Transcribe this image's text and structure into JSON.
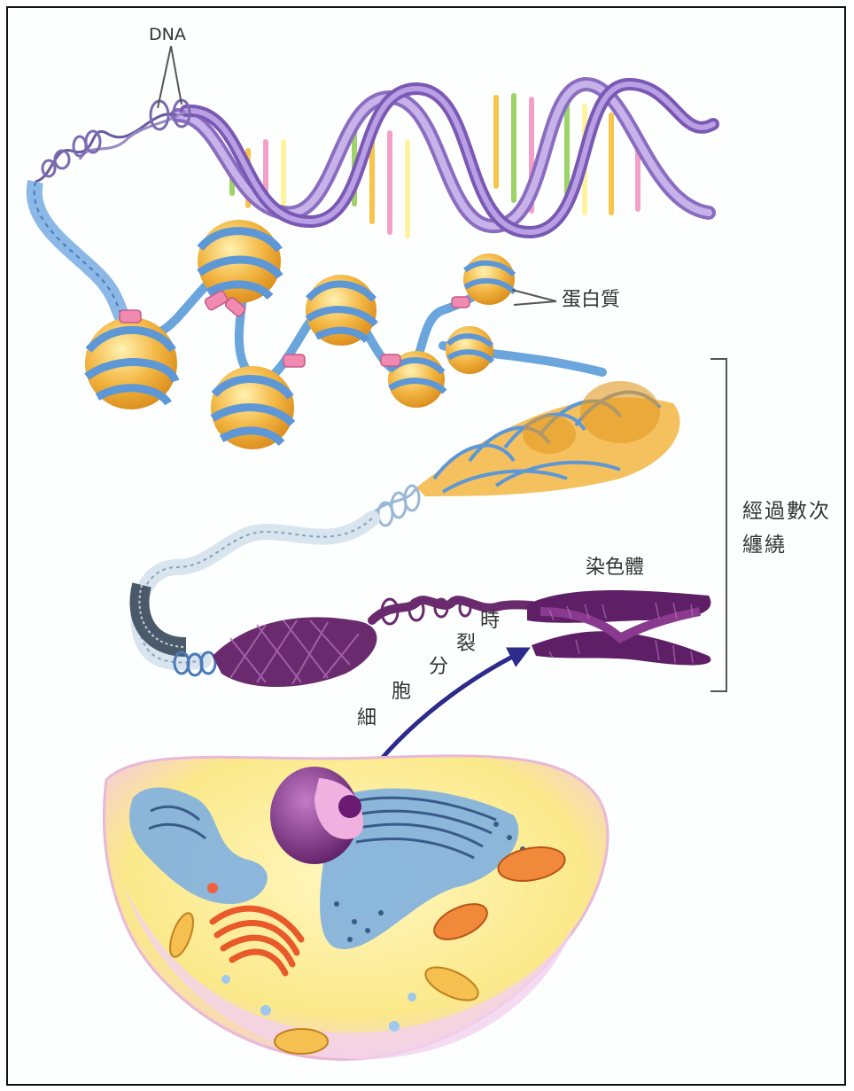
{
  "labels": {
    "dna": "DNA",
    "protein": "蛋白質",
    "coiling_line1": "經過數次",
    "coiling_line2": "纏繞",
    "chromosome": "染色體",
    "cell_division": [
      "細",
      "胞",
      "分",
      "裂",
      "時"
    ]
  },
  "colors": {
    "dna_strand": "#a98bd0",
    "histone": "#f3b642",
    "wrap": "#6aa6dc",
    "linker": "#f08ab0",
    "chromatin_dark": "#6a2a6e",
    "arrow": "#2d2a8c",
    "cell_cytoplasm": "#fbe98a",
    "nucleus": "#8a3a8e",
    "golgi": "#e85a2a",
    "er": "#7fb0e0"
  }
}
